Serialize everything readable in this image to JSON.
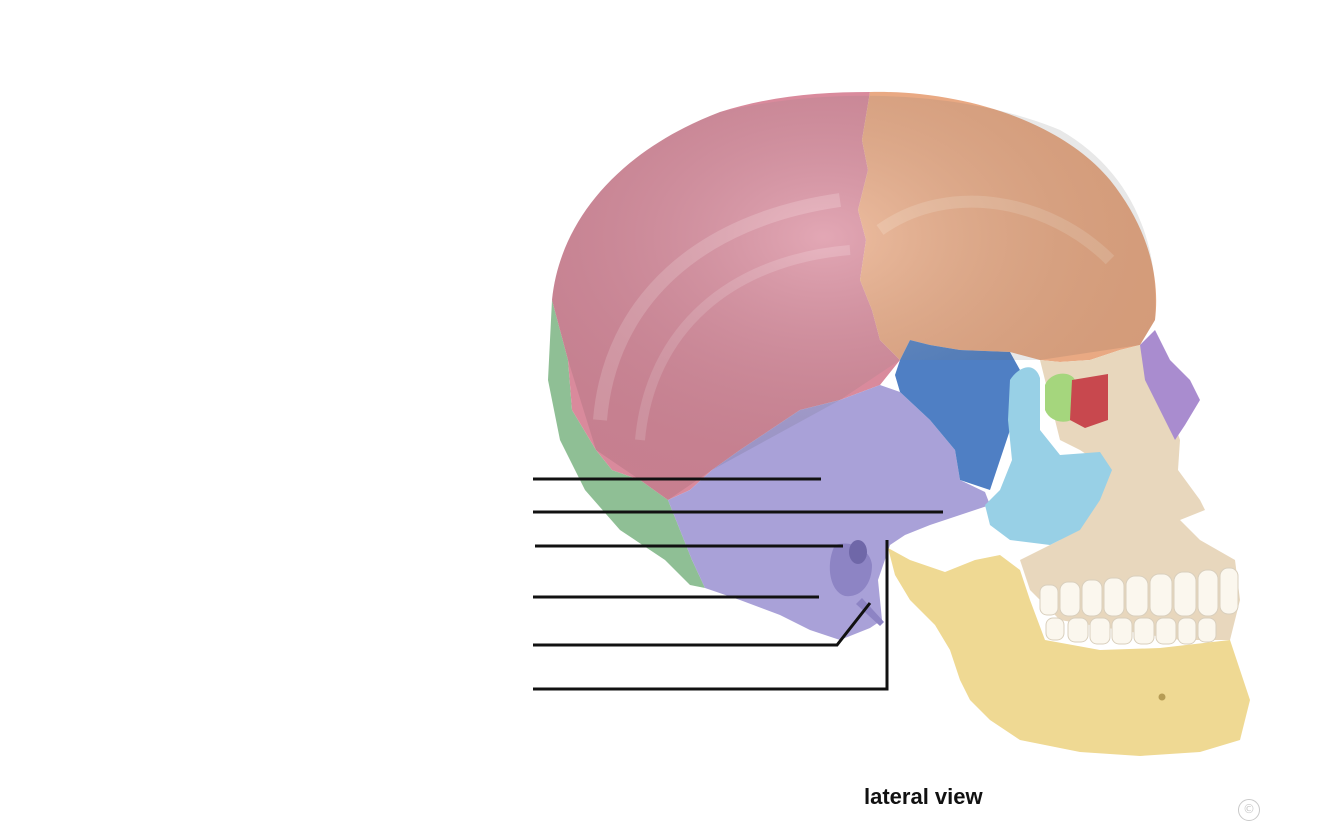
{
  "figure": {
    "caption": "lateral view",
    "copyright_symbol": "©"
  },
  "colors": {
    "parietal": "#d98a9c",
    "frontal": "#e9a983",
    "occipital": "#8fbf95",
    "temporal": "#a9a1d8",
    "sphenoid": "#4f7fc4",
    "zygomatic": "#98d0e6",
    "nasal": "#a98ccf",
    "lacrimal": "#a5d67d",
    "ethmoid": "#c8484e",
    "maxilla": "#e8d7bd",
    "mandible": "#efd993",
    "leader_line": "#111111"
  },
  "leader_lines": [
    {
      "id": "line-1",
      "label": ""
    },
    {
      "id": "line-2",
      "label": ""
    },
    {
      "id": "line-3",
      "label": ""
    },
    {
      "id": "line-4",
      "label": ""
    },
    {
      "id": "line-5",
      "label": ""
    },
    {
      "id": "line-6",
      "label": ""
    }
  ]
}
